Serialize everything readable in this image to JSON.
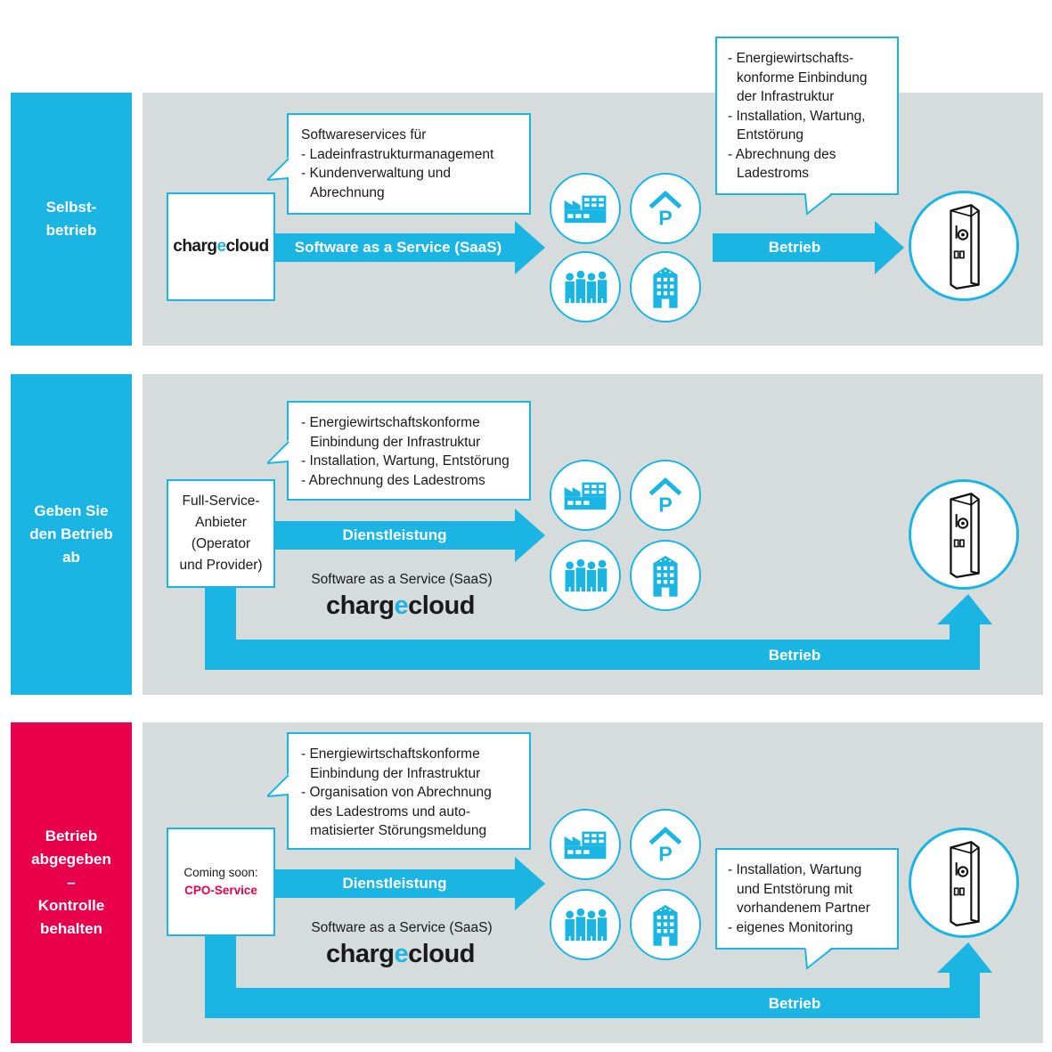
{
  "colors": {
    "blue": "#1bb5e3",
    "red": "#e8004c",
    "panel": "#d6dbdb",
    "white": "#ffffff"
  },
  "brand": {
    "part1": "charg",
    "part2": "e",
    "part3": "cloud"
  },
  "row1": {
    "label": "Selbst-\nbetrieb",
    "callout_left": [
      "Softwareservices für",
      "- Ladeinfrastrukturmanagement",
      "- Kundenverwaltung und",
      "Abrechnung"
    ],
    "arrow_saas": "Software as a Service (SaaS)",
    "callout_right": [
      "- Energiewirtschafts-",
      "konforme Einbindung",
      "der Infrastruktur",
      "- Installation, Wartung,",
      "Entstörung",
      "- Abrechnung des",
      "Ladestroms"
    ],
    "arrow_betrieb": "Betrieb"
  },
  "row2": {
    "label": "Geben Sie\nden Betrieb\nab",
    "actor": "Full-Service-\nAnbieter\n(Operator\nund Provider)",
    "callout": [
      "- Energiewirtschaftskonforme",
      "Einbindung der Infrastruktur",
      "- Installation, Wartung, Entstörung",
      "- Abrechnung des Ladestroms"
    ],
    "arrow_service": "Dienstleistung",
    "saas_caption": "Software as a Service (SaaS)",
    "arrow_betrieb": "Betrieb"
  },
  "row3": {
    "label": "Betrieb\nabgegeben\n–\nKontrolle\nbehalten",
    "actor_line1": "Coming soon:",
    "actor_line2": "CPO-Service",
    "callout": [
      "- Energiewirtschaftskonforme",
      "Einbindung der Infrastruktur",
      "- Organisation von Abrechnung",
      "des Ladestroms und auto-",
      "matisierter Störungsmeldung"
    ],
    "arrow_service": "Dienstleistung",
    "saas_caption": "Software as a Service (SaaS)",
    "callout_right": [
      "- Installation, Wartung",
      "und Entstörung mit",
      "vorhandenem Partner",
      "- eigenes Monitoring"
    ],
    "arrow_betrieb": "Betrieb"
  },
  "icons": [
    "factory-icon",
    "parking-icon",
    "people-icon",
    "hotel-icon",
    "charging-station-icon"
  ]
}
